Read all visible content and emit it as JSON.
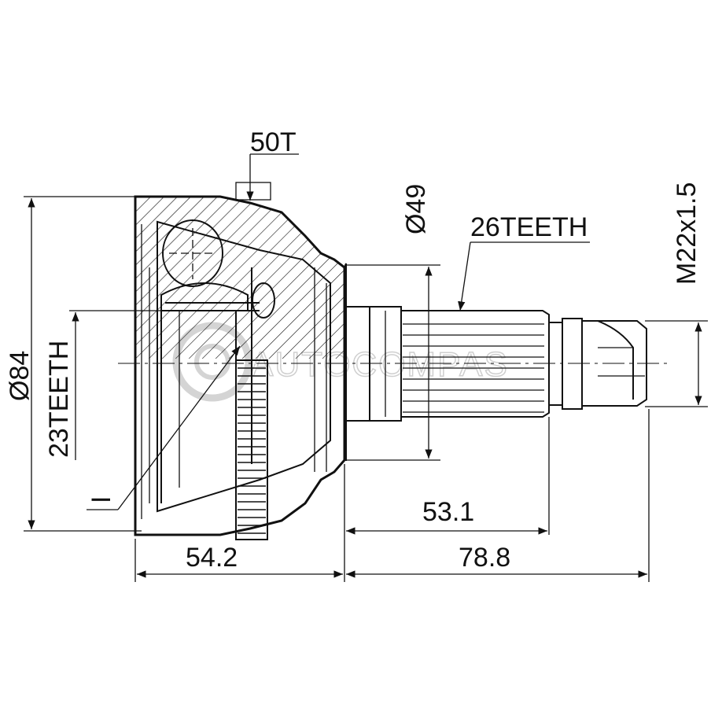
{
  "diagram": {
    "labels": {
      "teeth_top": "50T",
      "diameter_outer": "Ø84",
      "spline_inner": "23TEETH",
      "ref_mark": "I",
      "diameter_shaft": "Ø49",
      "spline_outer": "26TEETH",
      "thread": "M22x1.5",
      "length_shaft": "53.1",
      "length_left": "54.2",
      "length_right": "78.8"
    },
    "watermark": "AUTOCOMPAS"
  }
}
